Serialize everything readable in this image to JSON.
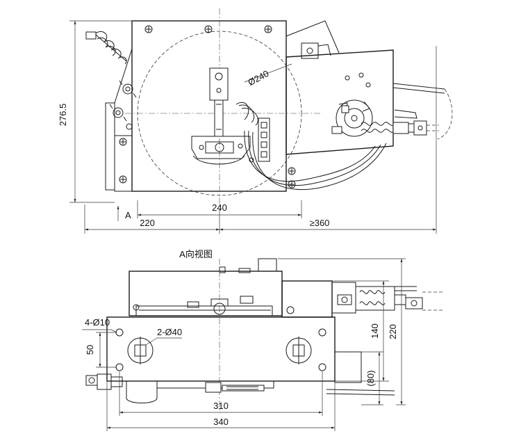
{
  "dimensions": {
    "height_276_5": "276.5",
    "dia_240": "Ø240",
    "width_240": "240",
    "left_220": "220",
    "right_360": "≥360",
    "view_arrow": "A",
    "view_title": "A向视图",
    "holes_4_10": "4-Ø10",
    "holes_2_40": "2-Ø40",
    "spacing_50": "50",
    "height_140": "140",
    "height_220": "220",
    "height_80": "(80)",
    "width_310": "310",
    "width_340": "340"
  }
}
